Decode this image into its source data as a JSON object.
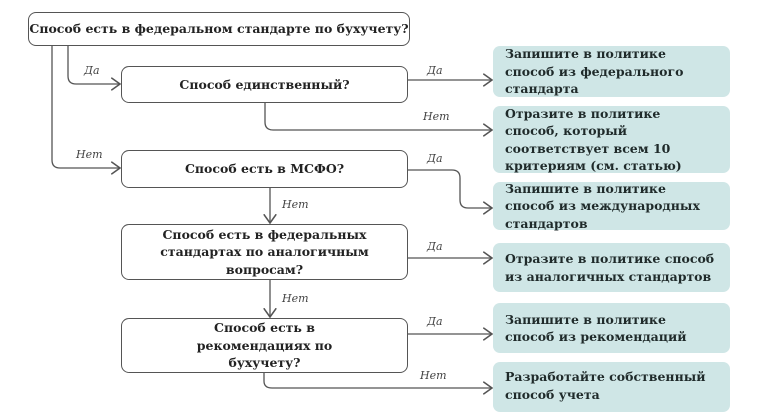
{
  "questions": [
    {
      "text": "Способ есть в федеральном стандарте по бухучету?"
    },
    {
      "text": "Способ единственный?"
    },
    {
      "text": "Способ есть в МСФО?"
    },
    {
      "text": "Способ есть в федеральных стандартах по аналогичным вопросам?"
    },
    {
      "text": "Способ есть в рекомендациях по бухучету?"
    }
  ],
  "answers": [
    {
      "text": "Запишите в политике способ из федерального стандарта"
    },
    {
      "text": "Отразите в политике способ, который соответствует всем 10 критериям (см. статью)"
    },
    {
      "text": "Запишите в политике способ из международных стандартов"
    },
    {
      "text": "Отразите в политике способ из аналогичных стандартов"
    },
    {
      "text": "Запишите в политике способ из рекомендаций"
    },
    {
      "text": "Разработайте собственный способ учета"
    }
  ],
  "labels": {
    "yes": "Да",
    "no": "Нет"
  },
  "colors": {
    "answer_bg": "#cfe6e6",
    "line": "#555555"
  }
}
